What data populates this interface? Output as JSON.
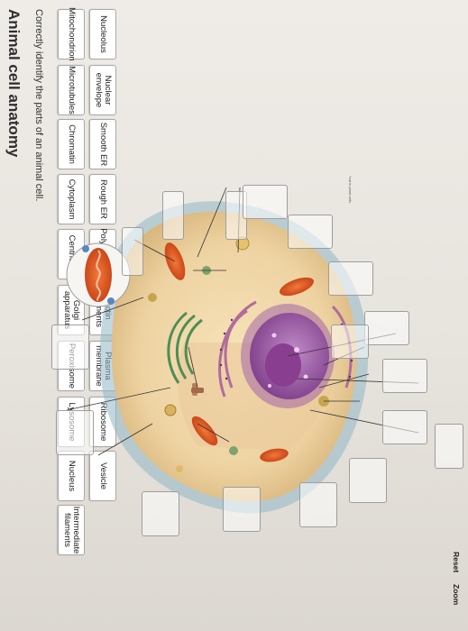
{
  "header": {
    "title": "Animal cell anatomy",
    "instruction": "Correctly identify the parts of an animal cell."
  },
  "word_bank": [
    "Mitochondrion",
    "Nucleolus",
    "Microtubules",
    "Nuclear envelope",
    "Chromatin",
    "Smooth ER",
    "Cytoplasm",
    "Rough ER",
    "Centrioles",
    "Polyribosome",
    "Golgi apparatus",
    "Actin filaments",
    "Peroxisome",
    "Plasma membrane",
    "Lysosome",
    "Ribosome",
    "Nucleus",
    "Vesicle",
    "Intermediate filaments"
  ],
  "diagram": {
    "note": "*not in plant cells"
  },
  "controls": {
    "reset": "Reset",
    "zoom": "Zoom"
  }
}
